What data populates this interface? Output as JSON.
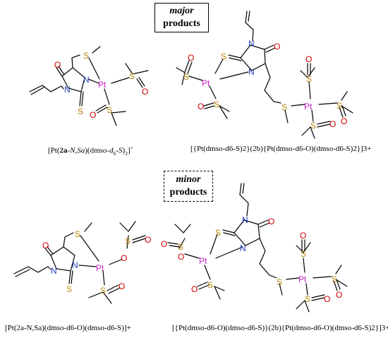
{
  "colors": {
    "pt": "#c020c0",
    "s": "#b8860b",
    "n": "#2040c0",
    "o": "#d00000",
    "bond": "#000000"
  },
  "major_box": {
    "line1": "major",
    "line2": "products"
  },
  "minor_box": {
    "line1": "minor",
    "line2": "products"
  },
  "atoms": {
    "pt": "Pt",
    "s": "S",
    "n": "N",
    "o": "O"
  },
  "captions": {
    "c1": {
      "open": "[Pt(",
      "ligand": "2a",
      "mid": "-",
      "n": "N",
      "comma": ",",
      "s": "S",
      "a": "a",
      "close1": ")(dmso-",
      "d": "d",
      "six": "6",
      "dash": "-",
      "S": "S",
      "close2": ")",
      "two": "2",
      "close3": "]",
      "plus": "+"
    },
    "c2": {
      "text": "[{Pt(dmso-d6-S)2}(2b){Pt(dmso-d6-O)(dmso-d6-S)2}]3+"
    },
    "c3": {
      "text": "[Pt(2a-N,Sa)(dmso-d6-O)(dmso-d6-S)]+"
    },
    "c4": {
      "text": "[{Pt(dmso-d6-O)(dmso-d6-S)}(2b){Pt(dmso-d6-O)(dmso-d6-S)2}]3+"
    }
  }
}
